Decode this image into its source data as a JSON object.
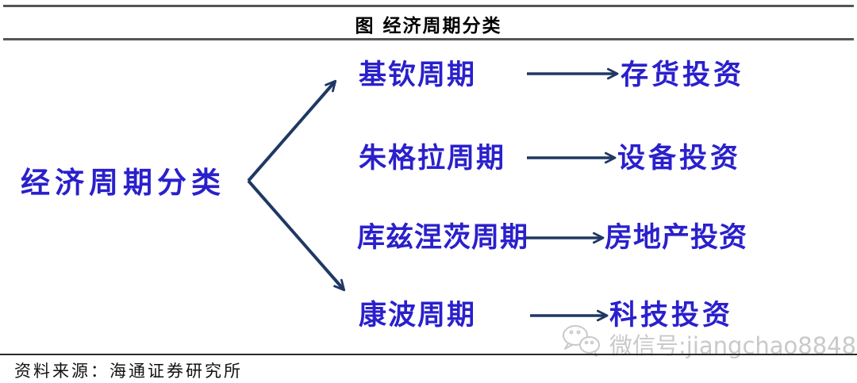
{
  "figure": {
    "title": "图 经济周期分类",
    "root_label": "经济周期分类",
    "rows": [
      {
        "cycle": "基钦周期",
        "investment": "存货投资"
      },
      {
        "cycle": "朱格拉周期",
        "investment": "设备投资"
      },
      {
        "cycle": "库兹涅茨周期",
        "investment": "房地产投资"
      },
      {
        "cycle": "康波周期",
        "investment": "科技投资"
      }
    ],
    "source": "资料来源：海通证券研究所",
    "watermark": "微信号:jiangchao8848",
    "icons": {
      "watermark_icon": "wechat-icon",
      "connector_icon": "arrow-right-icon"
    },
    "colors": {
      "label_blue": "#2a20cc",
      "arrow_navy": "#1f3864",
      "rule_gray": "#555555",
      "bottom_rule": "#2b2b2b",
      "watermark_gray": "#c9c9c9",
      "title_black": "#000000"
    }
  }
}
